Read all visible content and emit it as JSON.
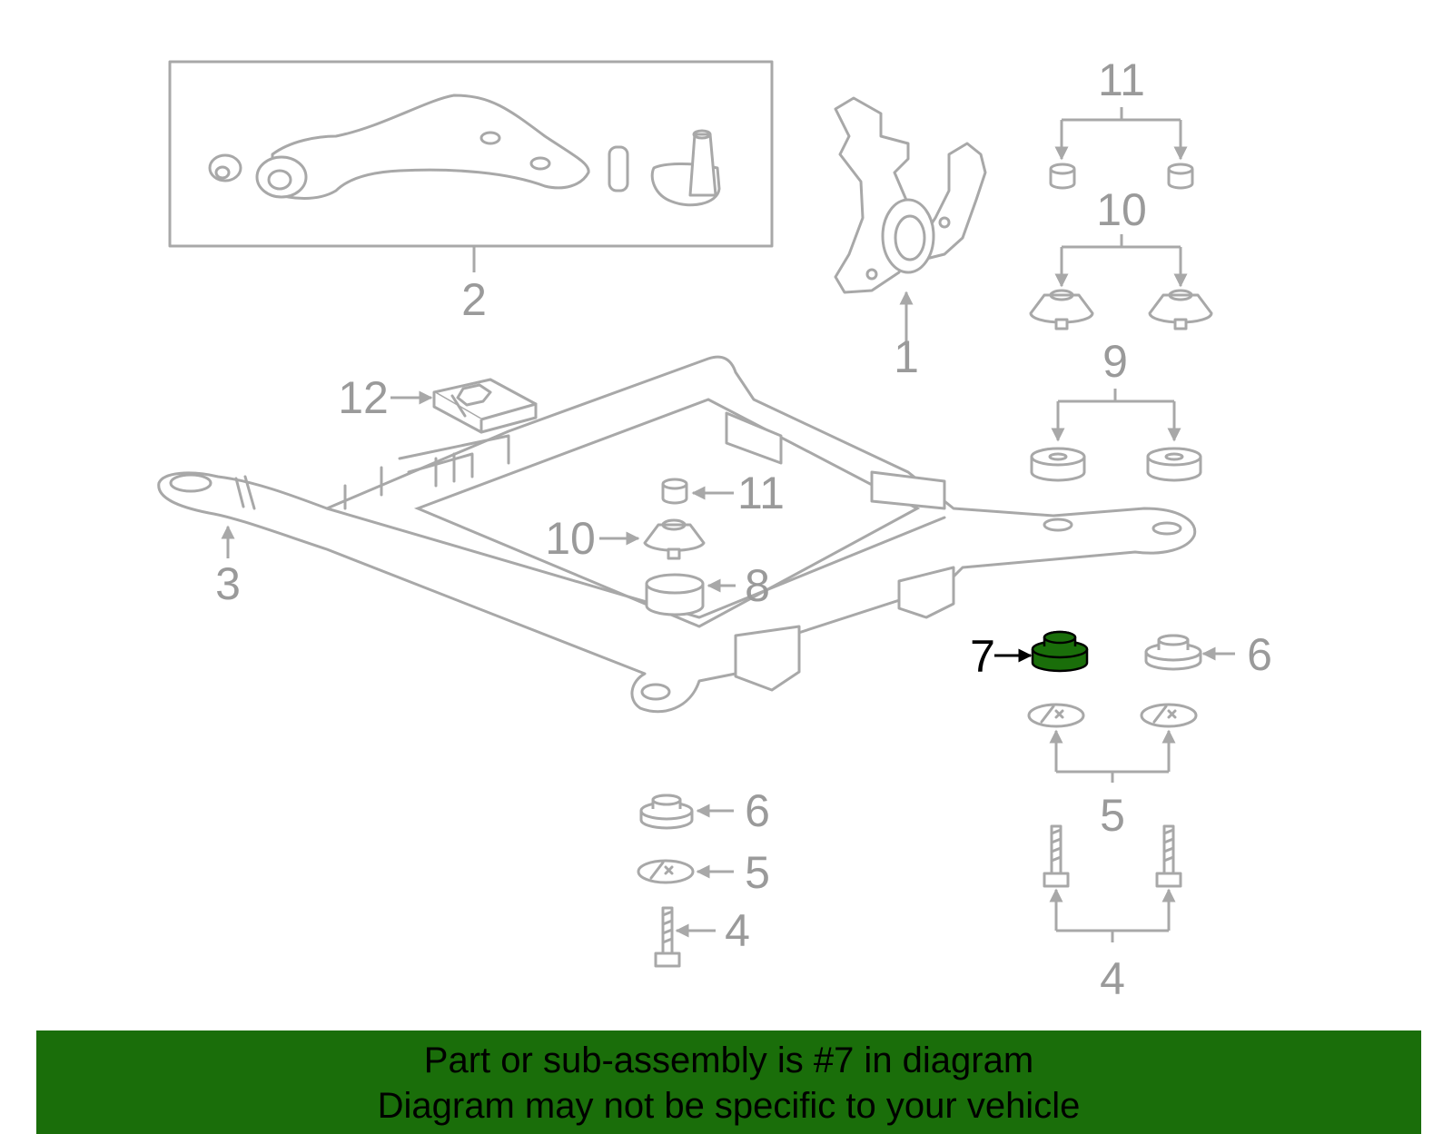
{
  "diagram": {
    "highlight_color": "#1a6e0a",
    "callouts": {
      "c1": "1",
      "c2": "2",
      "c3": "3",
      "c4a": "4",
      "c4b": "4",
      "c5a": "5",
      "c5b": "5",
      "c6a": "6",
      "c6b": "6",
      "c7": "7",
      "c8": "8",
      "c9": "9",
      "c10a": "10",
      "c10b": "10",
      "c11a": "11",
      "c11b": "11",
      "c12": "12"
    }
  },
  "banner": {
    "line1": "Part or sub-assembly is #7 in diagram",
    "line2": "Diagram may not be specific to your vehicle"
  }
}
